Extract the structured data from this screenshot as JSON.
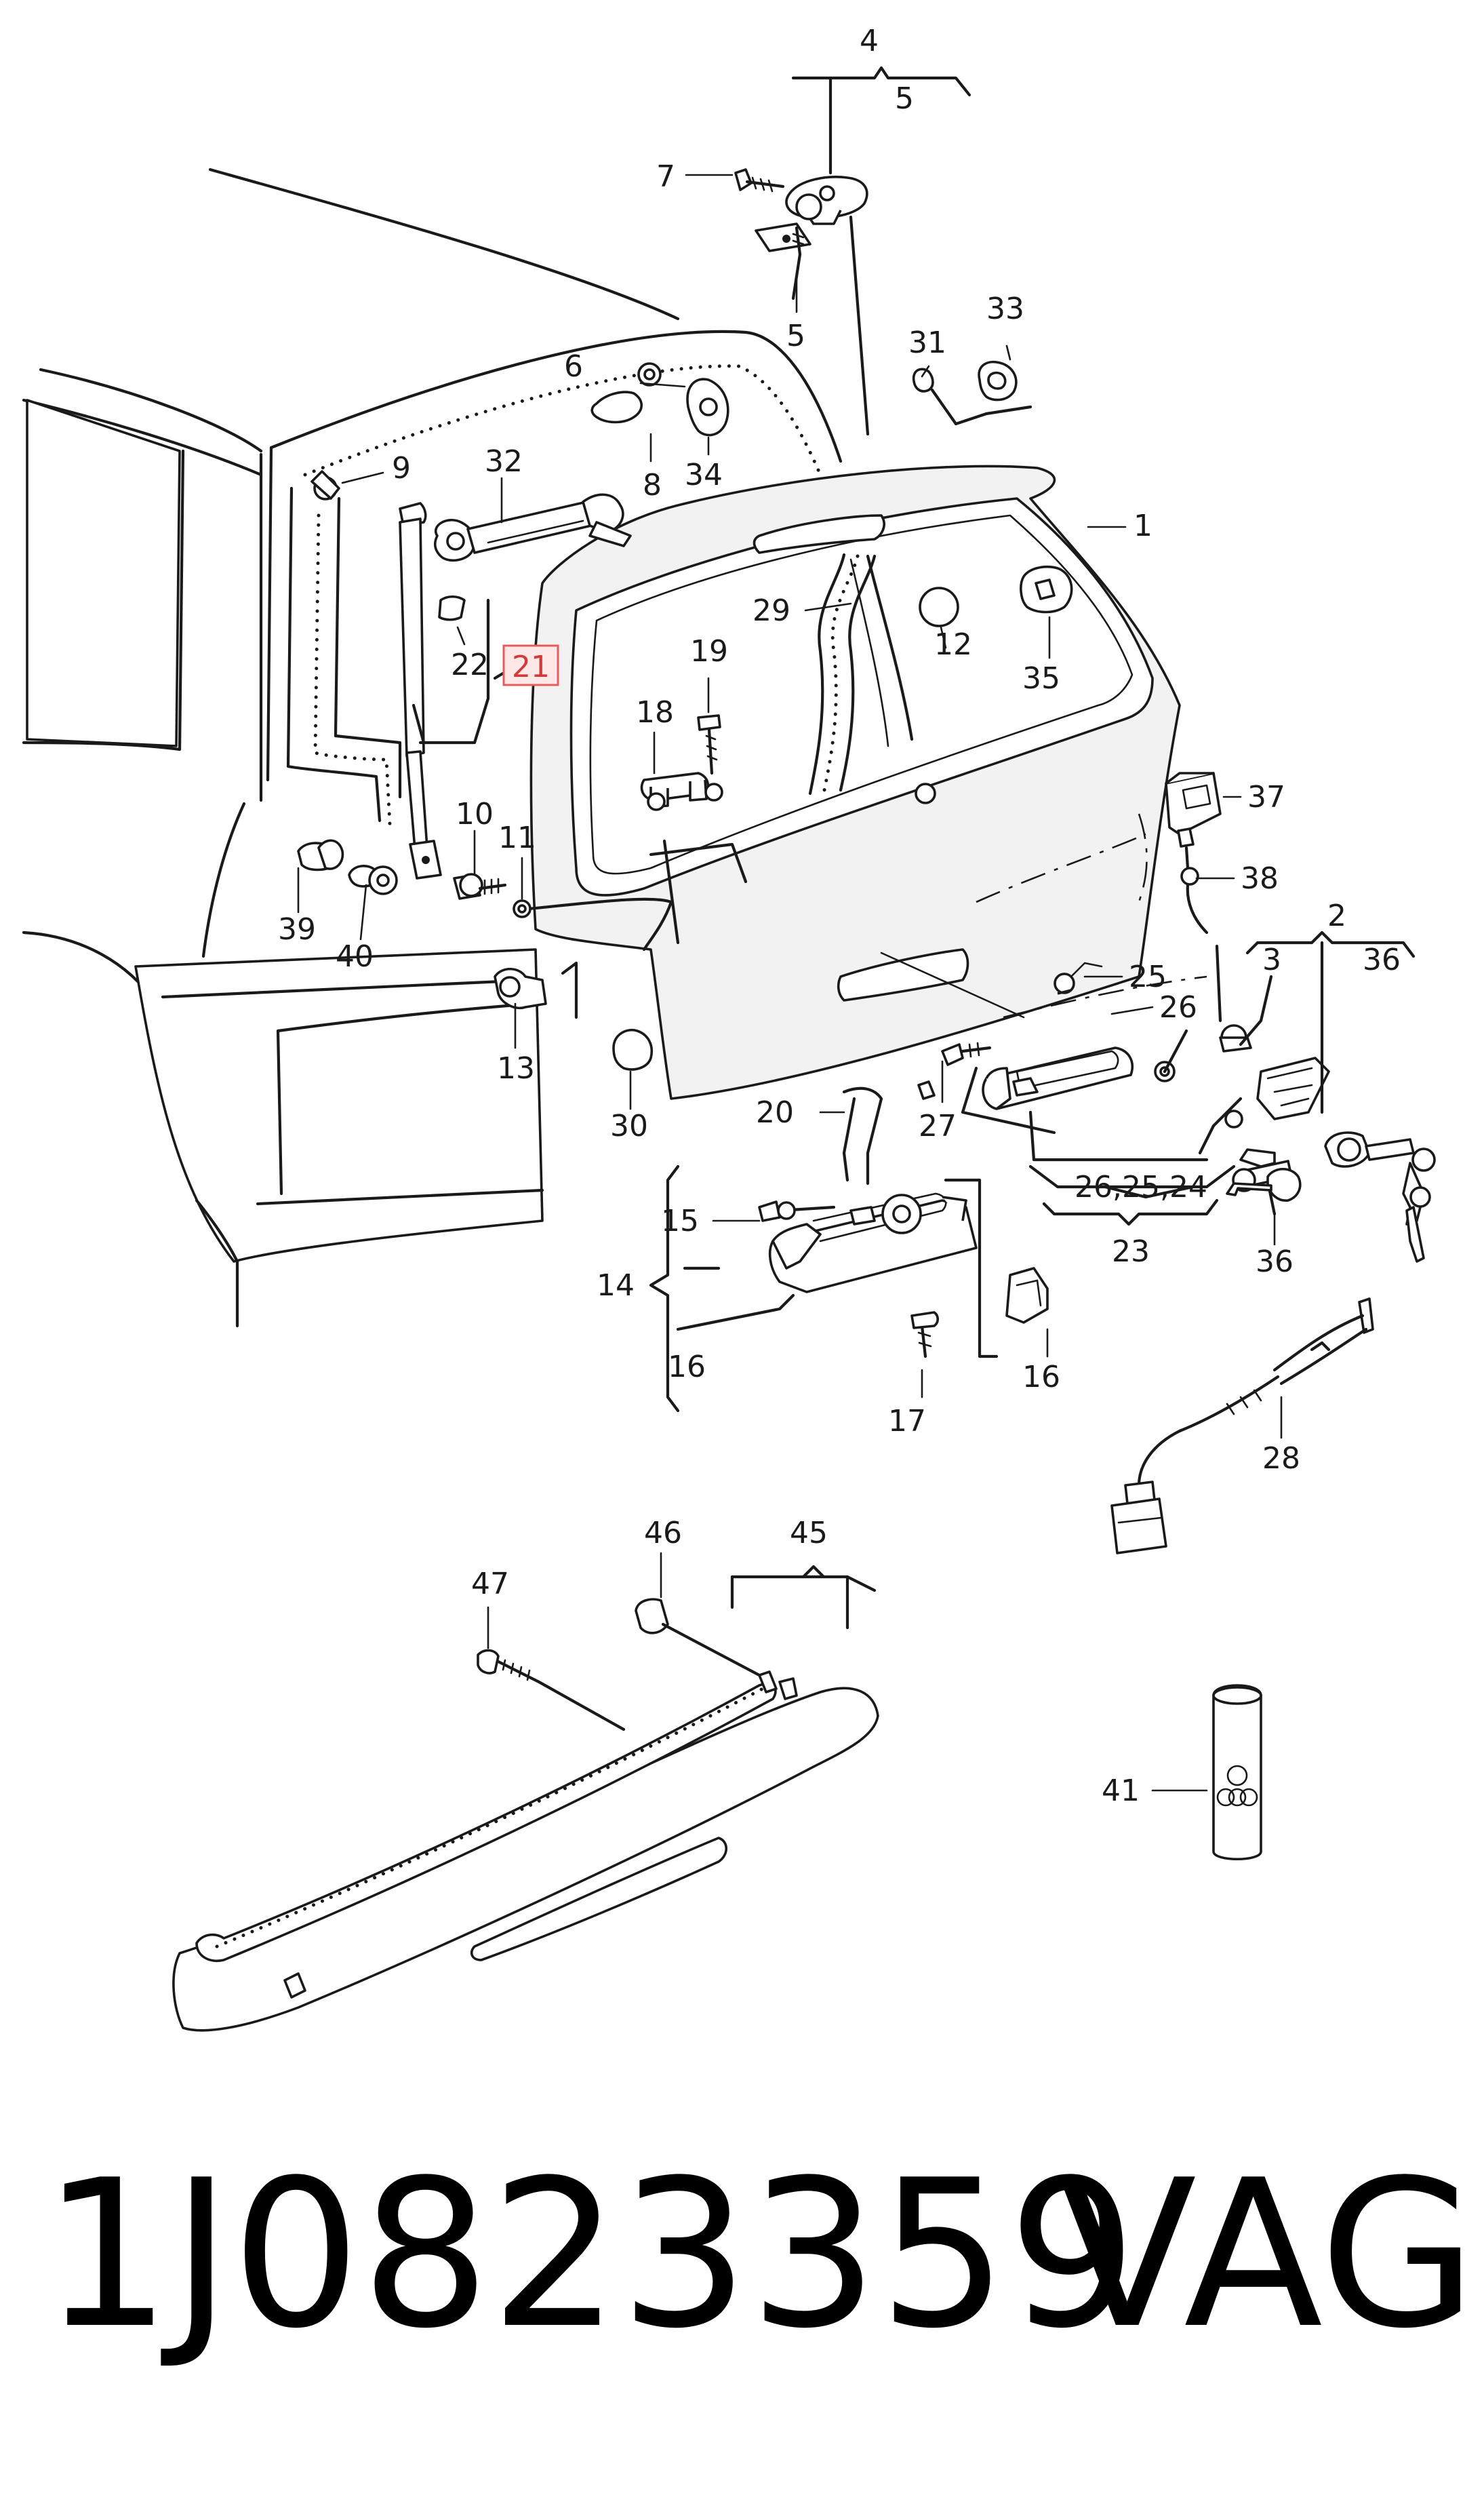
{
  "diagram": {
    "callouts": {
      "c1": "1",
      "c2": "2",
      "c3": "3",
      "c4": "4",
      "c5a": "5",
      "c5b": "5",
      "c6": "6",
      "c7": "7",
      "c8": "8",
      "c9": "9",
      "c10": "10",
      "c11": "11",
      "c12": "12",
      "c13": "13",
      "c14": "14",
      "c15": "15",
      "c16a": "16",
      "c16b": "16",
      "c17": "17",
      "c18": "18",
      "c19": "19",
      "c20": "20",
      "c21": "21",
      "c22": "22",
      "c23": "23",
      "c24": "26,25,24",
      "c25": "25",
      "c26": "26",
      "c27": "27",
      "c28": "28",
      "c29": "29",
      "c30": "30",
      "c31": "31",
      "c32": "32",
      "c33": "33",
      "c34": "34",
      "c35": "35",
      "c36a": "36",
      "c36b": "36",
      "c37": "37",
      "c38": "38",
      "c39": "39",
      "c40": "40",
      "c41": "41",
      "c45": "45",
      "c46": "46",
      "c47": "47"
    },
    "highlighted_callout": "21",
    "highlight_color": "#e35d5d"
  },
  "footer": {
    "part_number": "1J0823359",
    "brand": "VAG"
  }
}
